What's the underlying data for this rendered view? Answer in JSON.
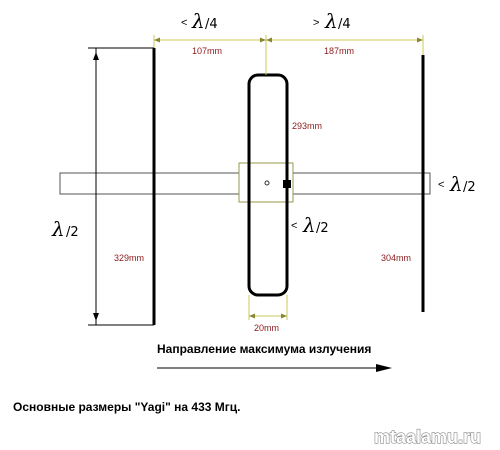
{
  "dimensions": {
    "director_spacing": "107mm",
    "reflector_spacing": "187mm",
    "dipole_height": "293mm",
    "director_length": "329mm",
    "reflector_length": "304mm",
    "dipole_width": "20mm"
  },
  "lambda_labels": {
    "symbol": "λ",
    "top_left_cmp": "<",
    "top_left_frac": "/4",
    "top_right_cmp": ">",
    "top_right_frac": "/4",
    "right_cmp": "<",
    "right_frac": "/2",
    "center_cmp": "<",
    "center_frac": "/2",
    "left_frac": "/2"
  },
  "direction_label": "Направление максимума излучения",
  "caption": "Основные размеры \"Yagi\" на 433 Мгц.",
  "watermark": "mtaalamu.ru",
  "colors": {
    "dimension_text": "#8b1a1a",
    "dimension_line": "#c9c95a"
  }
}
